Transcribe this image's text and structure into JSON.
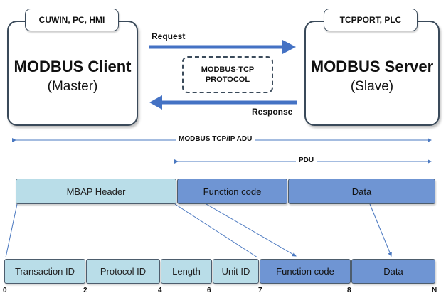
{
  "client": {
    "tag": "CUWIN, PC, HMI",
    "title": "MODBUS Client",
    "role": "(Master)"
  },
  "server": {
    "tag": "TCPPORT, PLC",
    "title": "MODBUS Server",
    "role": "(Slave)"
  },
  "protocol": {
    "line1": "MODBUS-TCP",
    "line2": "PROTOCOL"
  },
  "arrows": {
    "request": "Request",
    "response": "Response"
  },
  "spans": {
    "adu": "MODBUS TCP/IP ADU",
    "pdu": "PDU"
  },
  "frame": {
    "mbap": "MBAP Header",
    "function_code": "Function code",
    "data": "Data"
  },
  "fields": [
    "Transaction ID",
    "Protocol ID",
    "Length",
    "Unit ID",
    "Function code",
    "Data"
  ],
  "offsets": [
    "0",
    "2",
    "4",
    "6",
    "7",
    "8",
    "N"
  ],
  "colors": {
    "header_fill": "#b9dde8",
    "pdu_fill": "#6f95d3",
    "arrow": "#4472c4",
    "outline": "#3a4a5a"
  }
}
